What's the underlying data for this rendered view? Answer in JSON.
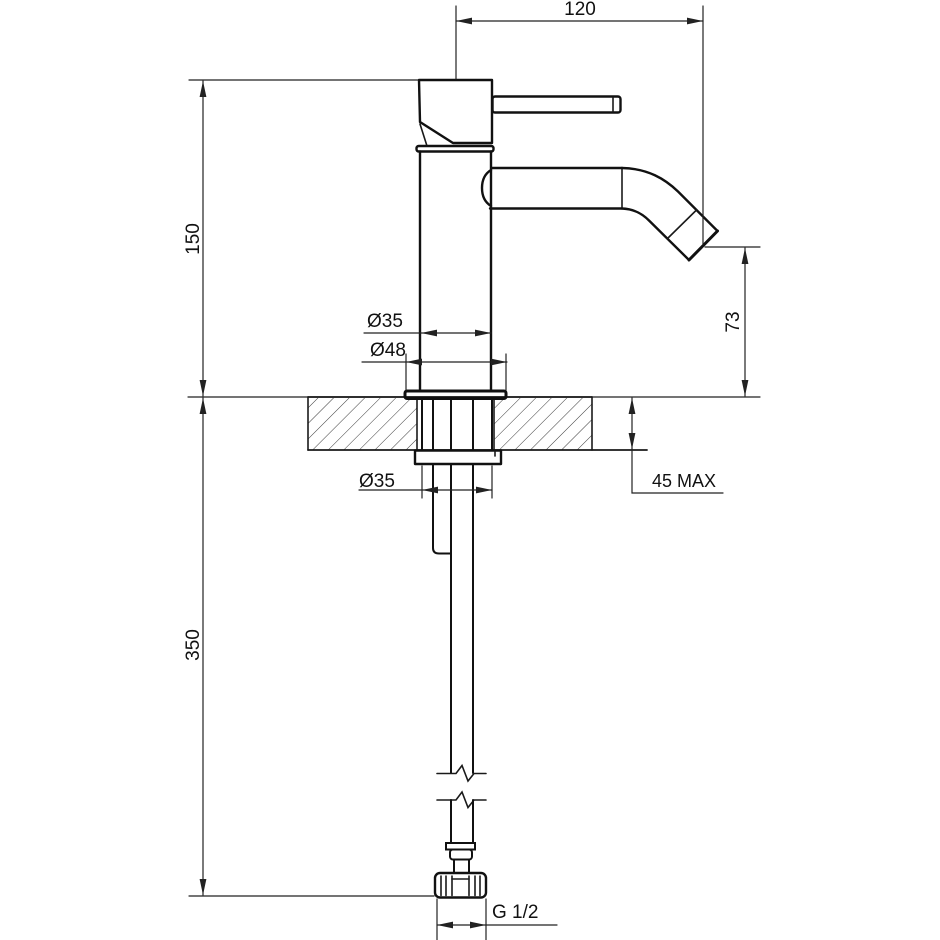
{
  "drawing": {
    "kind": "faucet-installation-dimension-drawing",
    "colors": {
      "background": "#ffffff",
      "line": "#111111",
      "dim": "#222222"
    }
  },
  "labels": {
    "spout_reach": "120",
    "deck_to_top": "150",
    "outlet_height": "73",
    "body_dia": "Ø35",
    "base_dia": "Ø48",
    "deck_max": "45 MAX",
    "shank_dia": "Ø35",
    "below_deck": "350",
    "thread": "G 1/2"
  }
}
